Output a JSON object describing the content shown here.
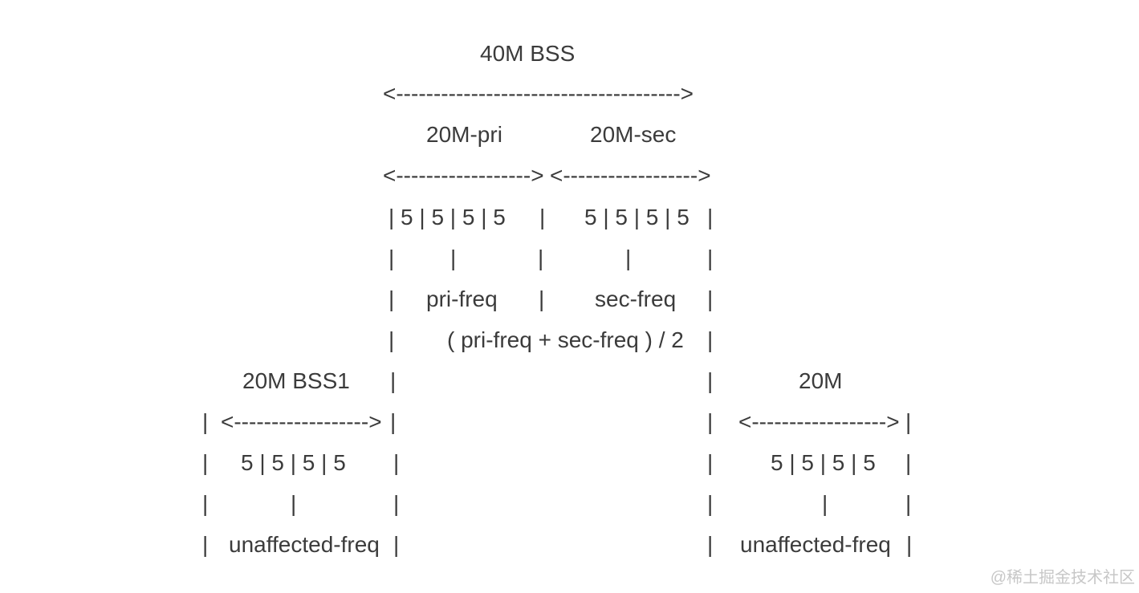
{
  "page": {
    "background_color": "#ffffff",
    "text_color": "#3b3b3b"
  },
  "glyphs": {
    "pipe": "|"
  },
  "diagram": {
    "bss40": {
      "title": "40M BSS",
      "arrow": "<-------------------------------------->",
      "pri_label": "20M-pri",
      "sec_label": "20M-sec",
      "arrow_pri": "<------------------>",
      "arrow_sec": "<------------------>",
      "subchannels_pri": "| 5 | 5 | 5 | 5",
      "subchannels_sec": "5 | 5 | 5 | 5",
      "pri_freq_label": "pri-freq",
      "sec_freq_label": "sec-freq",
      "center_freq_formula": "( pri-freq + sec-freq ) / 2"
    },
    "bss1": {
      "title": "20M BSS1",
      "arrow": "<------------------>",
      "subchannels": "5 | 5 | 5 | 5",
      "unaffected_label": "unaffected-freq"
    },
    "right20": {
      "title": "20M",
      "arrow": "<------------------>",
      "subchannels": "5 | 5 | 5 | 5",
      "unaffected_label": "unaffected-freq"
    }
  },
  "watermark": {
    "text": "@稀土掘金技术社区",
    "color": "#c7c7c7"
  }
}
